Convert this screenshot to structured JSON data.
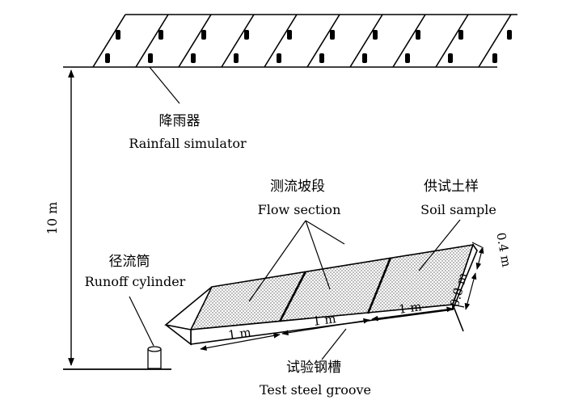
{
  "labels": {
    "simulator_cn": "降雨器",
    "simulator_en": "Rainfall simulator",
    "height": "10 m",
    "runoff_cn": "径流筒",
    "runoff_en": "Runoff cylinder",
    "flow_cn": "测流坡段",
    "flow_en": "Flow section",
    "soil_cn": "供试土样",
    "soil_en": "Soil sample",
    "groove_cn": "试验钢槽",
    "groove_en": "Test steel groove",
    "section_lengths": [
      "1 m",
      "1 m",
      "1 m"
    ],
    "width": "0.4 m",
    "depth": "0.8 m"
  }
}
